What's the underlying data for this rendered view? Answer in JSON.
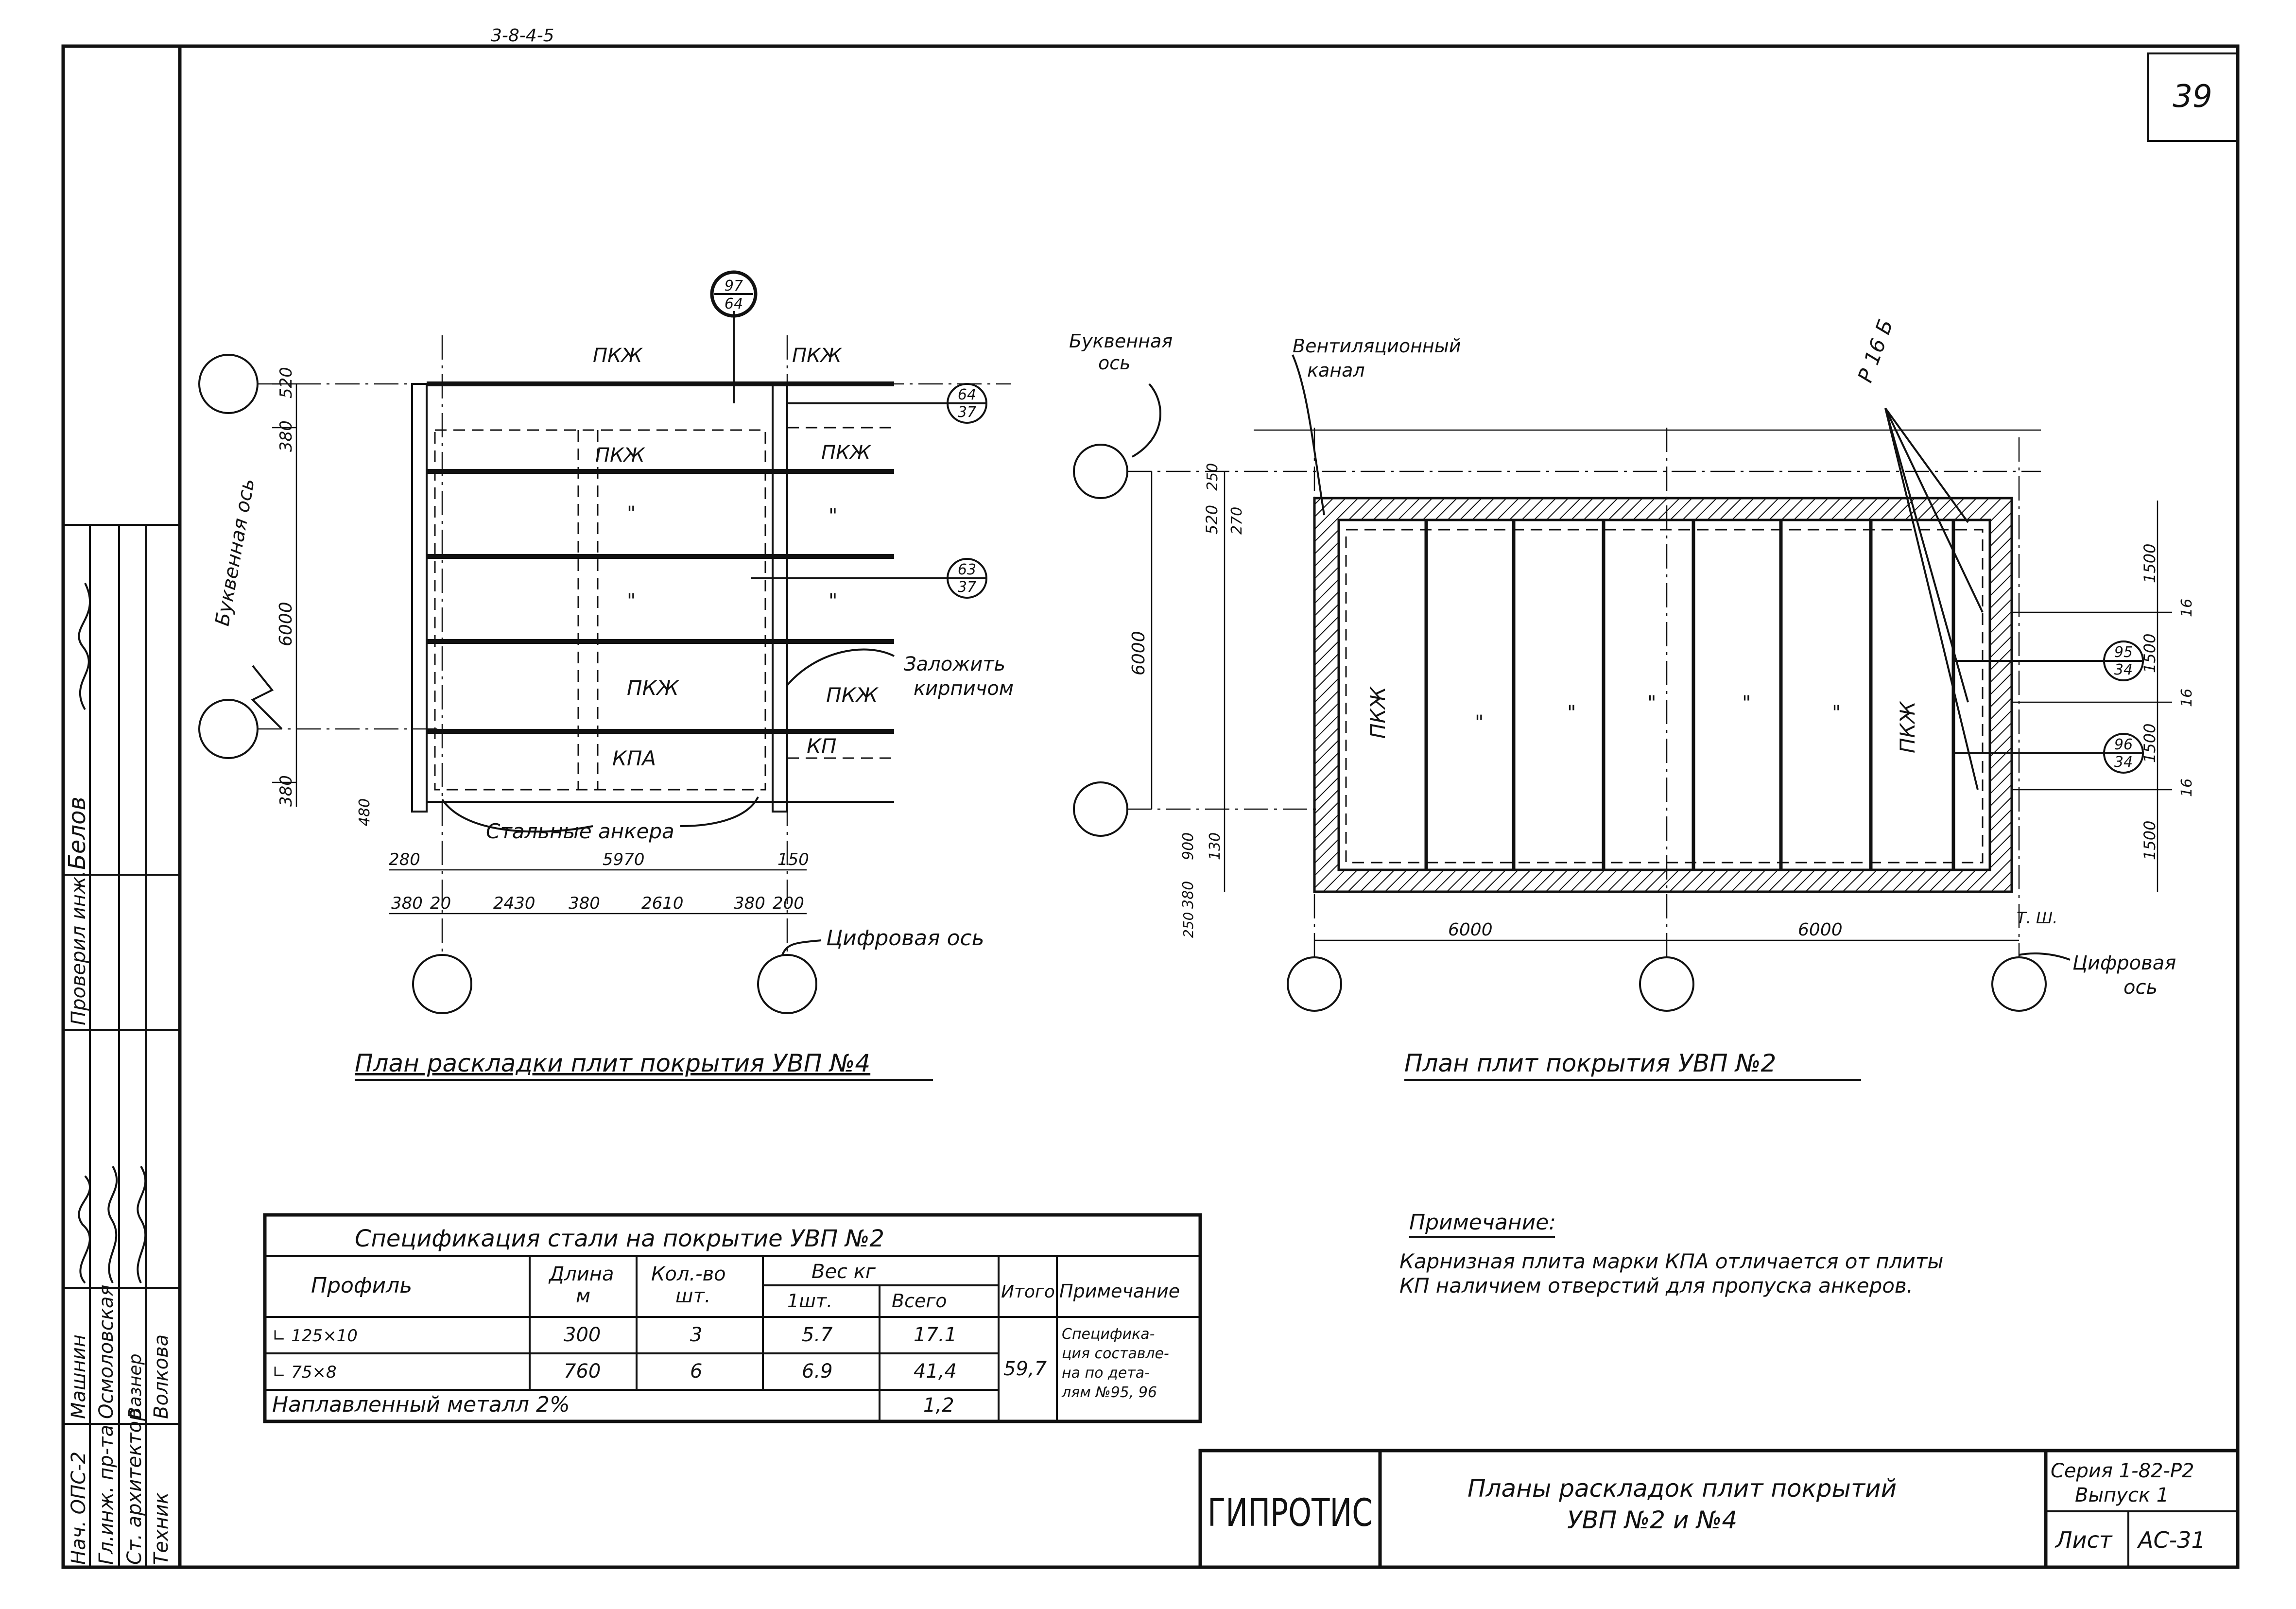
{
  "sheet_number": "39",
  "stamp_top": "3-8-4-5",
  "plan_left": {
    "title": "План раскладки плит покрытия УВП №4",
    "slabs": [
      "ПКЖ",
      "ПКЖ",
      "\"",
      "\"",
      "ПКЖ",
      "КПА"
    ],
    "slabs_right": [
      "ПКЖ",
      "ПКЖ",
      "\"",
      "\"",
      "ПКЖ",
      "КП"
    ],
    "letter_axis_label": "Буквенная ось",
    "digit_axis_label": "Цифровая ось",
    "anchors_label": "Стальные анкера",
    "brick_label": "Заложить кирпичом",
    "callouts": [
      {
        "top": "97",
        "bottom": "64"
      },
      {
        "top": "64",
        "bottom": "37"
      },
      {
        "top": "63",
        "bottom": "37"
      }
    ],
    "dims_vertical": [
      "380",
      "520",
      "6000",
      "380",
      "480"
    ],
    "dims_bottom_1": [
      "280",
      "5970",
      "150"
    ],
    "dims_bottom_2": [
      "380",
      "20",
      "2430",
      "380",
      "2610",
      "380",
      "200"
    ]
  },
  "plan_right": {
    "title": "План плит покрытия УВП №2",
    "slabs": [
      "ПКЖ",
      "\"",
      "\"",
      "\"",
      "\"",
      "\"",
      "ПКЖ"
    ],
    "letter_axis_label": "Буквенная ось",
    "vent_label": "Вентиляционный канал",
    "rebar_label": "Р 16 Б",
    "digit_axis_label": "Цифровая ось",
    "tsh_label": "Т. Ш.",
    "callouts": [
      {
        "top": "95",
        "bottom": "34"
      },
      {
        "top": "96",
        "bottom": "34"
      }
    ],
    "dims_left": [
      "520",
      "250",
      "270",
      "6000",
      "380",
      "900",
      "130",
      "250"
    ],
    "dims_right": [
      "1500",
      "16",
      "1500",
      "16",
      "1500",
      "16",
      "1500"
    ],
    "dims_bottom": [
      "6000",
      "6000"
    ]
  },
  "spec_table": {
    "title": "Спецификация стали на покрытие УВП №2",
    "headers": {
      "profile": "Профиль",
      "length": "Длина",
      "length_unit": "м",
      "qty": "Кол.-во",
      "qty_unit": "шт.",
      "weight": "Вес кг",
      "weight_one": "1шт.",
      "weight_all": "Всего",
      "total": "Итого",
      "note": "Примечание"
    },
    "rows": [
      {
        "profile": "∟ 125×10",
        "length": "300",
        "qty": "3",
        "w1": "5.7",
        "wall": "17.1"
      },
      {
        "profile": "∟ 75×8",
        "length": "760",
        "qty": "6",
        "w1": "6.9",
        "wall": "41,4"
      }
    ],
    "weld_label": "Наплавленный металл 2%",
    "weld_value": "1,2",
    "total_value": "59,7",
    "note_lines": [
      "Специфика-",
      "ция составле-",
      "на по дета-",
      "лям №95, 96"
    ]
  },
  "note": {
    "title": "Примечание:",
    "lines": [
      "Карнизная плита марки КПА отличается от плиты",
      "КП наличием отверстий для пропуска анкеров."
    ]
  },
  "title_block": {
    "org": "ГИПРОТИС",
    "name_line1": "Планы раскладок плит покрытий",
    "name_line2": "УВП №2 и №4",
    "series": "Серия 1-82-Р2",
    "issue": "Выпуск 1",
    "sheet_label": "Лист",
    "sheet_code": "АС-31"
  },
  "side_stamp": {
    "roles": [
      "Нач. ОПС-2",
      "Гл.инж. пр-та",
      "Ст. архитектор",
      "Техник"
    ],
    "names": [
      "Машнин",
      "Осмоловская",
      "Вазнер",
      "Волкова"
    ],
    "checked_label": "Проверил инж.",
    "checked_name": "Белов"
  }
}
